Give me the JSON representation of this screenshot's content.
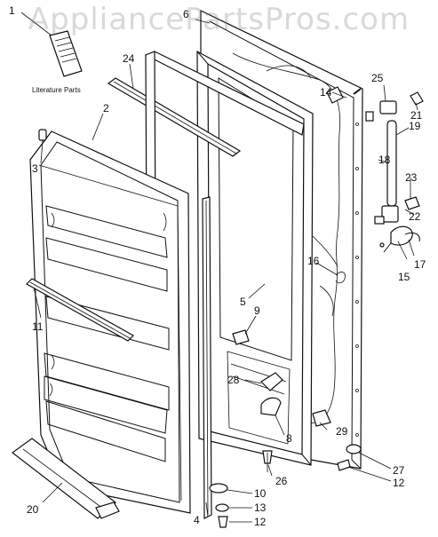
{
  "watermark": "AppliancePartsPros.com",
  "literature_label": "Literature Parts",
  "callouts": {
    "c1": "1",
    "c2": "2",
    "c3": "3",
    "c4": "4",
    "c5": "5",
    "c6": "6",
    "c8": "8",
    "c9": "9",
    "c10": "10",
    "c11": "11",
    "c12a": "12",
    "c12b": "12",
    "c13": "13",
    "c14": "14",
    "c15": "15",
    "c16": "16",
    "c17": "17",
    "c18": "18",
    "c19": "19",
    "c20": "20",
    "c21": "21",
    "c22": "22",
    "c23": "23",
    "c24": "24",
    "c25": "25",
    "c26": "26",
    "c27": "27",
    "c28": "28",
    "c29": "29"
  }
}
